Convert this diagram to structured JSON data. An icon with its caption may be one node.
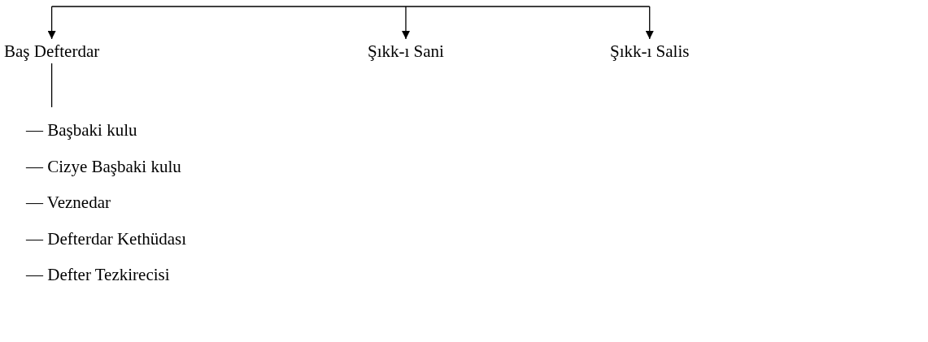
{
  "diagram": {
    "nodes": [
      {
        "text": [
          "Baş Defterdar"
        ]
      },
      {
        "text": [
          "Şıkk-ı Sani"
        ]
      },
      {
        "text": [
          "Şıkk-ı Salis"
        ]
      }
    ],
    "edges": [
      {
        "from": null,
        "to": 0,
        "arrow": "to"
      },
      {
        "from": null,
        "to": 1,
        "arrow": "to"
      },
      {
        "from": null,
        "to": 2,
        "arrow": "to"
      },
      {
        "from": 0,
        "to": null,
        "arrow": "none"
      }
    ],
    "labels": [
      "— Başbaki kulu",
      "— Cizye Başbaki kulu",
      "— Veznedar",
      "— Defterdar Kethüdası",
      "— Defter Tezkirecisi"
    ]
  }
}
